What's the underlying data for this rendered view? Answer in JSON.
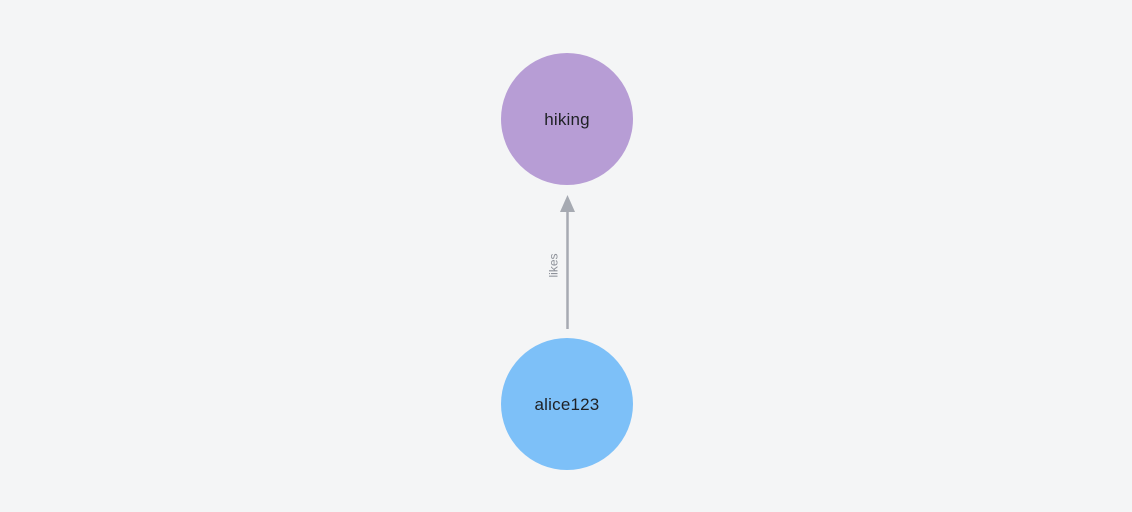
{
  "canvas": {
    "background_color": "#f4f5f6"
  },
  "graph": {
    "nodes": [
      {
        "id": "hiking",
        "label": "hiking",
        "color": "#b79dd5",
        "text_color": "#1f2125"
      },
      {
        "id": "alice123",
        "label": "alice123",
        "color": "#7dc0f8",
        "text_color": "#1f2125"
      }
    ],
    "edges": [
      {
        "from": "alice123",
        "to": "hiking",
        "label": "likes",
        "direction": "up",
        "color": "#a6aab2",
        "label_color": "#8e929a"
      }
    ]
  }
}
